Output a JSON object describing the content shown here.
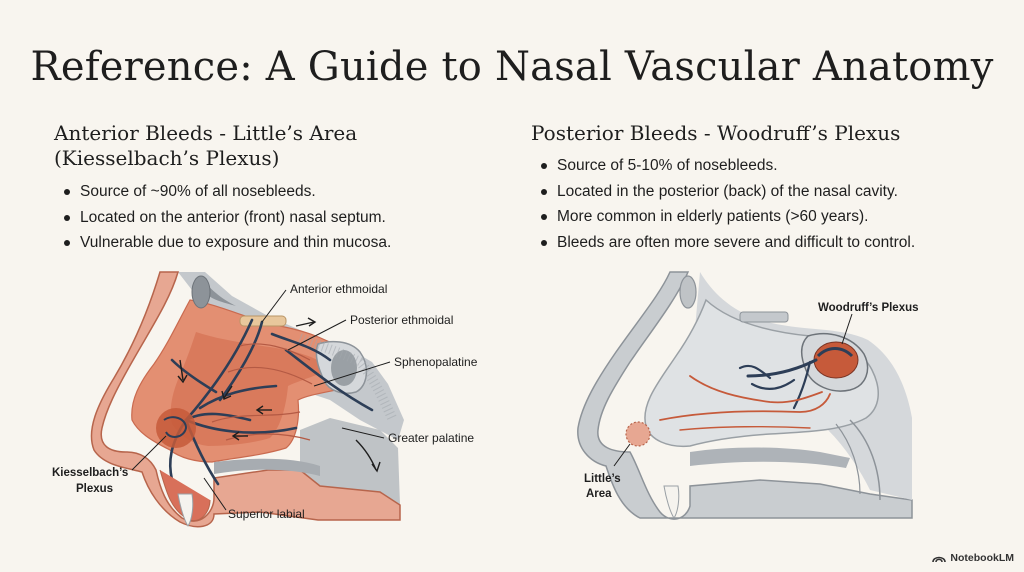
{
  "title": "Reference: A Guide to Nasal Vascular Anatomy",
  "anterior": {
    "heading_line1": "Anterior Bleeds - Little’s Area",
    "heading_line2": "(Kiesselbach’s Plexus)",
    "bullets": [
      "Source of ~90% of all nosebleeds.",
      "Located on the anterior (front) nasal septum.",
      "Vulnerable due to exposure and thin mucosa."
    ],
    "labels": {
      "anterior_ethmoidal": "Anterior ethmoidal",
      "posterior_ethmoidal": "Posterior ethmoidal",
      "sphenopalatine": "Sphenopalatine",
      "greater_palatine": "Greater palatine",
      "kiesselbach_line1": "Kiesselbach’s",
      "kiesselbach_line2": "Plexus",
      "superior_labial": "Superior labial"
    }
  },
  "posterior": {
    "heading": "Posterior Bleeds - Woodruff’s Plexus",
    "bullets": [
      "Source of 5-10% of nosebleeds.",
      "Located in the posterior (back) of the nasal cavity.",
      "More common in elderly patients (>60 years).",
      "Bleeds are often more severe and difficult to control."
    ],
    "labels": {
      "woodruff": "Woodruff’s Plexus",
      "littles_line1": "Little’s",
      "littles_line2": "Area"
    }
  },
  "brand": "NotebookLM",
  "colors": {
    "background": "#f8f5ef",
    "tissue": "#e9a58c",
    "tissue_dark": "#c96a4f",
    "bone": "#b3b8bd",
    "vessel": "#2d3e57",
    "highlight_red": "#c65a3a"
  }
}
